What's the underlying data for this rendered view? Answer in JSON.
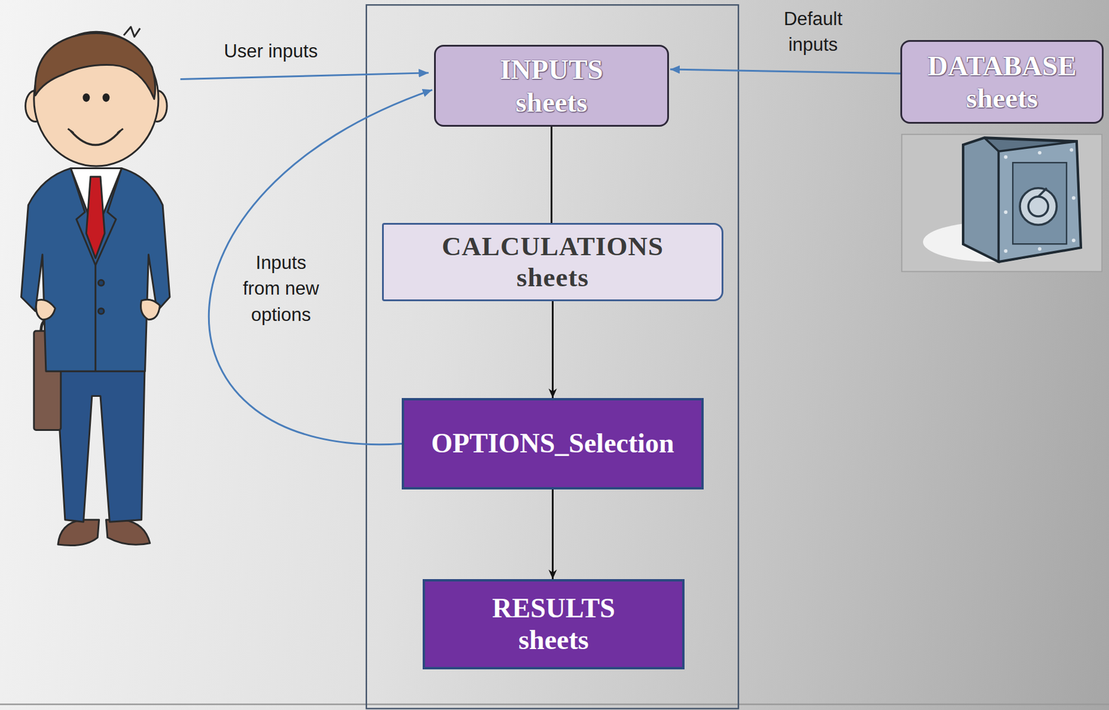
{
  "diagram": {
    "nodes": [
      {
        "text": [
          "INPUTS sheets"
        ]
      },
      {
        "text": [
          "CALCULATIONS sheets"
        ]
      },
      {
        "text": [
          "OPTIONS_Selection"
        ]
      },
      {
        "text": [
          "RESULTS sheets"
        ]
      },
      {
        "text": [
          "DATABASE sheets"
        ]
      }
    ],
    "edges": [
      {
        "from": 0,
        "to": 1,
        "arrow": "none"
      },
      {
        "from": 1,
        "to": 2,
        "arrow": "to"
      },
      {
        "from": 2,
        "to": 3,
        "arrow": "to"
      },
      {
        "from": 2,
        "to": 0,
        "label": "Inputs from new options",
        "arrow": "to"
      },
      {
        "from": 4,
        "to": 0,
        "label": "Default inputs",
        "arrow": "to"
      }
    ],
    "labels": [
      "User inputs"
    ]
  }
}
